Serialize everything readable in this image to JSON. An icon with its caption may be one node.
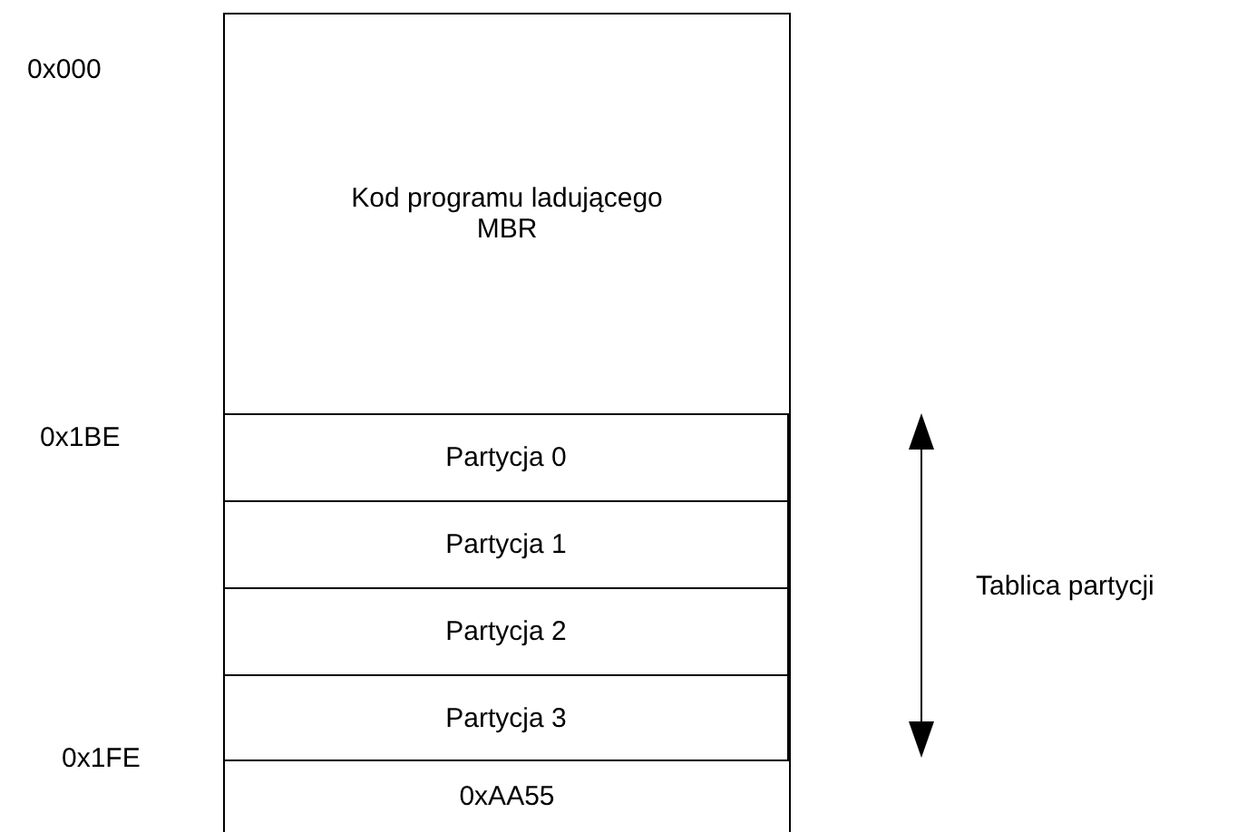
{
  "diagram": {
    "nodes": [
      {
        "text": [
          "Kod programu ladującego MBR"
        ]
      },
      {
        "text": [
          "Partycja 0"
        ]
      },
      {
        "text": [
          "Partycja 1"
        ]
      },
      {
        "text": [
          "Partycja 2"
        ]
      },
      {
        "text": [
          "Partycja 3"
        ]
      },
      {
        "text": [
          "0xAA55"
        ]
      }
    ],
    "labels": [
      "0x000",
      "0x1BE",
      "Tablica partycji",
      "0x1FE"
    ]
  }
}
